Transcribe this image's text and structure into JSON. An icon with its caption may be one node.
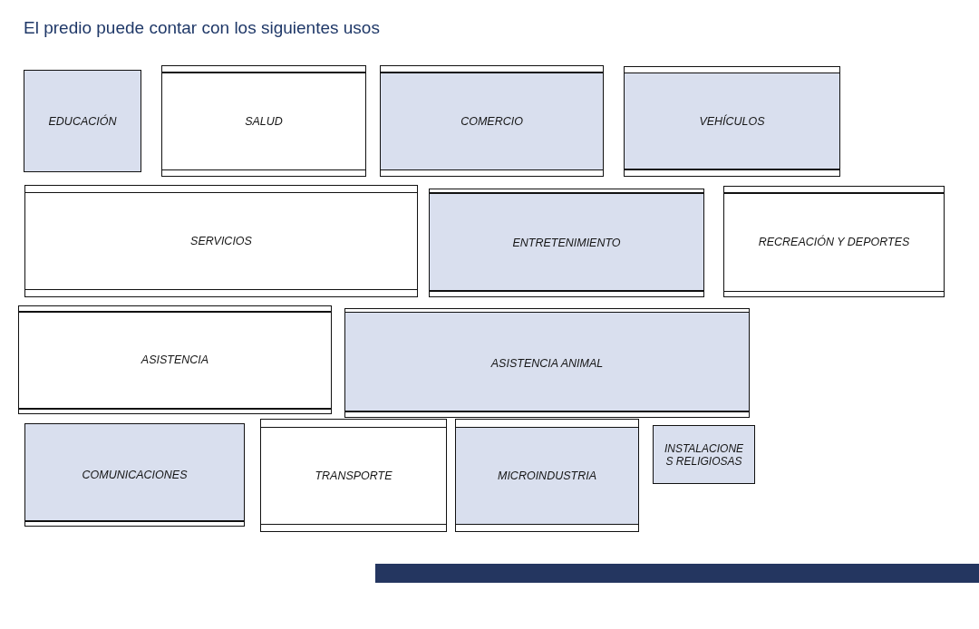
{
  "diagram": {
    "title": "El predio puede contar con los siguientes usos",
    "nodes": [
      {
        "text": [
          "EDUCACIÓN"
        ]
      },
      {
        "text": [
          "SALUD"
        ]
      },
      {
        "text": [
          "COMERCIO"
        ]
      },
      {
        "text": [
          "VEHÍCULOS"
        ]
      },
      {
        "text": [
          "SERVICIOS"
        ]
      },
      {
        "text": [
          "ENTRETENIMIENTO"
        ]
      },
      {
        "text": [
          "RECREACIÓN Y DEPORTES"
        ]
      },
      {
        "text": [
          "ASISTENCIA"
        ]
      },
      {
        "text": [
          "ASISTENCIA ANIMAL"
        ]
      },
      {
        "text": [
          "COMUNICACIONES"
        ]
      },
      {
        "text": [
          "TRANSPORTE"
        ]
      },
      {
        "text": [
          "MICROINDUSTRIA"
        ]
      },
      {
        "text": [
          "INSTALACIONE S RELIGIOSAS"
        ]
      }
    ]
  }
}
